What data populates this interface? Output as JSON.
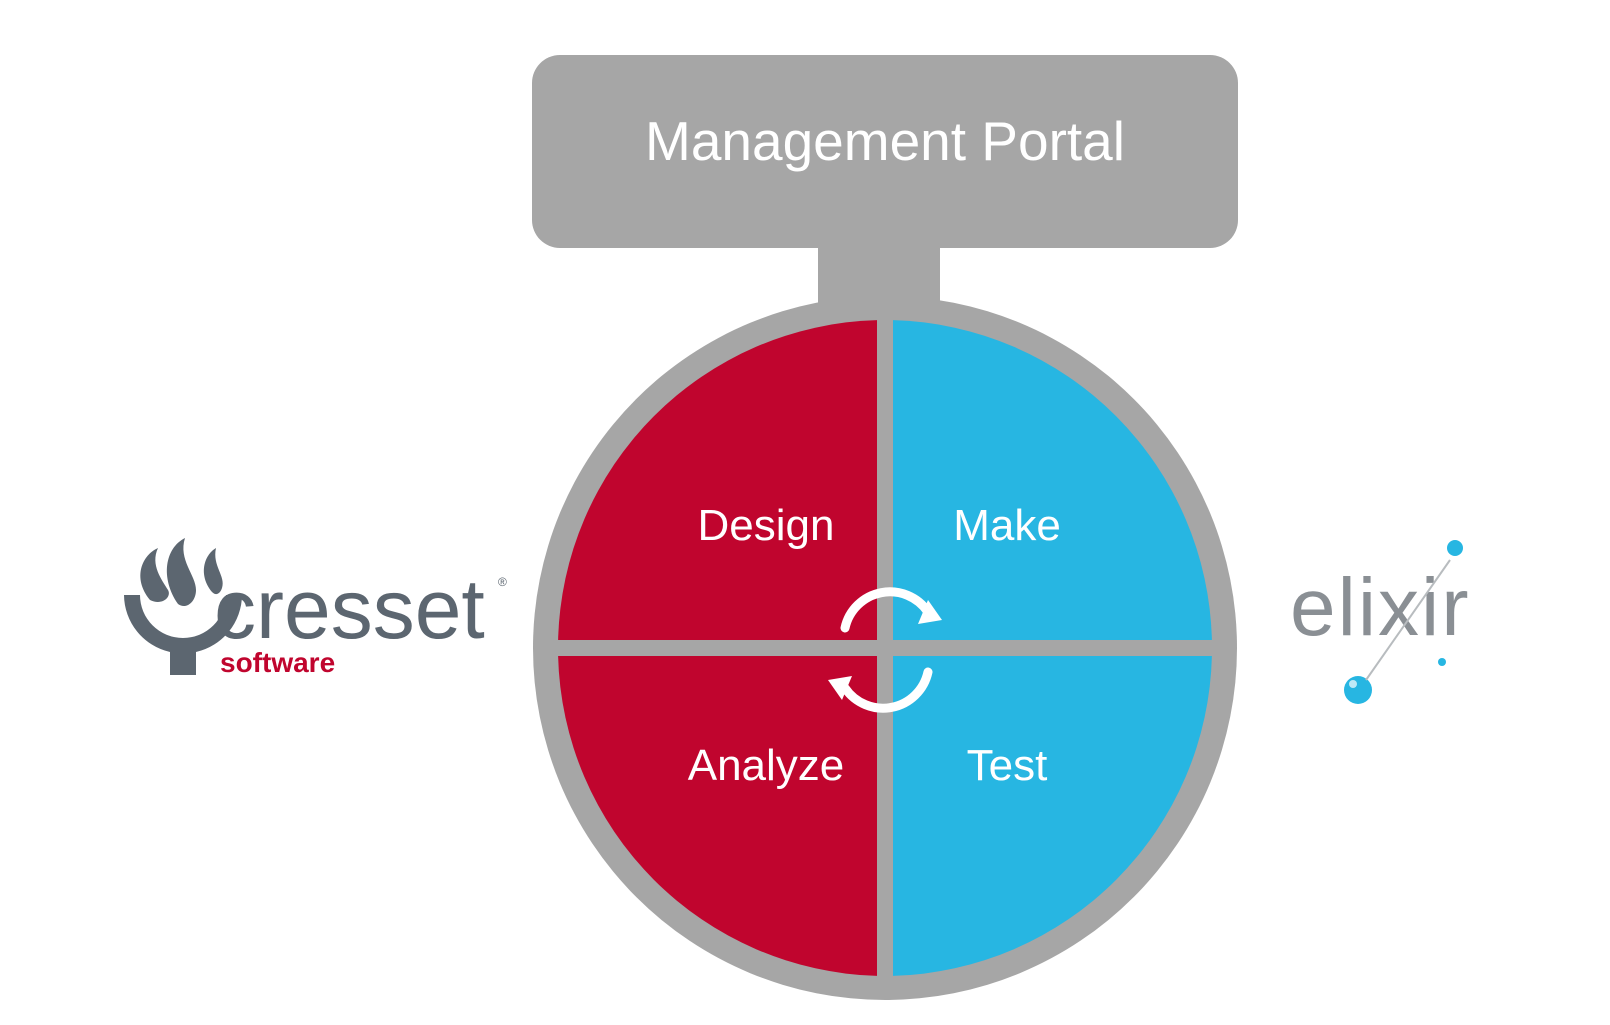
{
  "portal": {
    "label": "Management Portal"
  },
  "cycle": {
    "quadrants": [
      {
        "id": "design",
        "label": "Design"
      },
      {
        "id": "make",
        "label": "Make"
      },
      {
        "id": "analyze",
        "label": "Analyze"
      },
      {
        "id": "test",
        "label": "Test"
      }
    ],
    "center_icon": "cycle-arrows-icon"
  },
  "logos": {
    "left": {
      "name": "cresset",
      "sub": "software",
      "mark": "flame-bowl-icon",
      "registered": "®"
    },
    "right": {
      "name": "elixir",
      "mark": "elixir-dots-icon"
    }
  },
  "colors": {
    "gray": "#a6a6a6",
    "red": "#c0052e",
    "blue": "#27b6e2",
    "logo_gray": "#5c6670",
    "white": "#ffffff"
  }
}
